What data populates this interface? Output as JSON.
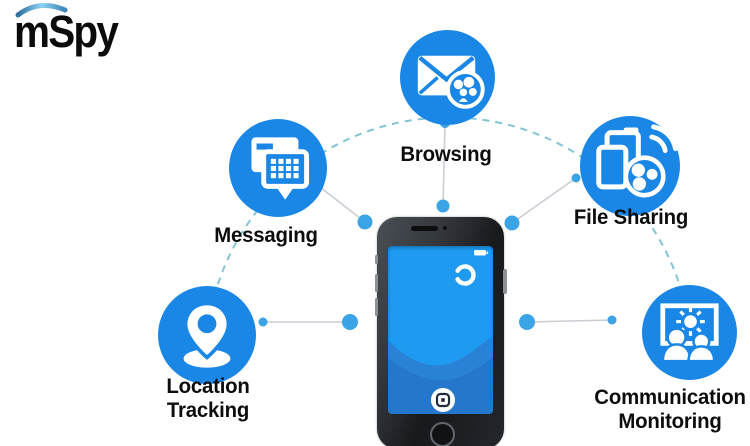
{
  "logo": {
    "text": "mSpy",
    "arc_icon": "swoosh-arc-icon",
    "text_color": "#0b0b0b",
    "arc_color": "#5fb2e2"
  },
  "brand_colors": {
    "icon_circle_blue": "#1a87e6",
    "dot_blue": "#3ba4e6",
    "dash_arc_color": "#82c4d4",
    "connector_line_color": "#c9ced3"
  },
  "features": {
    "messaging": {
      "label": "Messaging",
      "icon": "messaging-chat-keyboard-icon"
    },
    "browsing": {
      "label": "Browsing",
      "icon": "email-envelope-group-icon"
    },
    "file_sharing": {
      "label": "File Sharing",
      "icon": "files-share-signal-icon"
    },
    "location_tracking": {
      "line1": "Location",
      "line2": "Tracking",
      "icon": "map-pin-ripple-icon"
    },
    "communication_monitoring": {
      "line1": "Communication",
      "line2": "Monitoring",
      "icon": "screen-people-icon"
    }
  },
  "phone": {
    "screen_color": "#1e9af0",
    "wave_color": "#2b80d4",
    "body_color": "#23262a",
    "screen_logo_icon": "swoosh-arc-icon",
    "status_icon": "battery-icon",
    "app_button_icon": "rounded-square-app-icon",
    "home_button_icon": "home-button-ring"
  }
}
